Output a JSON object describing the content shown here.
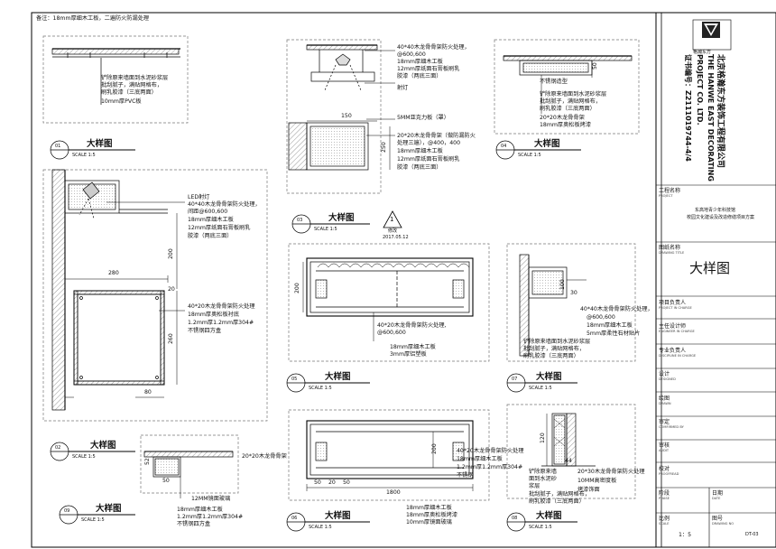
{
  "sheet": {
    "note": "备注：18mm厚细木工板，二遍防火防漏处理",
    "company": {
      "logo_text": "格瀚东方",
      "name_cn": "北京格瀚东方装饰工程有限公司",
      "name_en1": "THE HANWE EAST DECORATING",
      "name_en2": "PROJECT CO. LTD.",
      "cert": "证书编号：Z2111019744-4/4"
    },
    "title_block": {
      "project_name_label": "工程名称",
      "project_name_en": "PROJECT",
      "project_name_value_1": "东高地青少年科技馆",
      "project_name_value_2": "校园文化建设及改造修缮项目方案",
      "drawing_title_label": "图纸名称",
      "drawing_title_en": "DRAWING TITLE",
      "drawing_title_value": "大样图",
      "project_charge_label": "项目负责人",
      "project_charge_en": "PROJECT IN CHARGE",
      "engineer_label": "主任设计师",
      "engineer_en": "ENGINEER IN CHARGE",
      "discipline_label": "专业负责人",
      "discipline_en": "DISCIPLINE IN CHARGE",
      "designed_label": "设计",
      "designed_en": "DESIGNED",
      "drawn_label": "绘图",
      "drawn_en": "DRAWN",
      "comfirmed_label": "审定",
      "comfirmed_en": "COMFIRMED BY",
      "audit_label": "审核",
      "audit_en": "AUDIT",
      "proofread_label": "校对",
      "proofread_en": "PROOFREAD",
      "phase_label": "阶段",
      "phase_en": "PHASE",
      "date_label": "日期",
      "date_en": "DATE",
      "scale_label": "比例",
      "scale_en": "SCALE",
      "scale_value": "1：5",
      "drawing_no_label": "图号",
      "drawing_no_en": "DRAWING NO",
      "drawing_no_value": "DT-03"
    },
    "details": {
      "d01": {
        "num": "01",
        "title": "大样图",
        "scale": "SCALE 1:5",
        "notes": [
          "铲除原来墙面到水泥砂浆层",
          "批刮腻子，满贴网格布，",
          "刷乳胶漆（三底两面）",
          "10mm厚PVC板"
        ]
      },
      "d02": {
        "num": "02",
        "title": "大样图",
        "scale": "SCALE 1:5",
        "notes": [
          "LED射灯",
          "40*40木龙骨骨架防火处理，",
          "间距@600,600",
          "18mm厚细木工板",
          "12mm厚纸面石膏板刷乳",
          "胶漆（两底三面）",
          "40*20木龙骨骨架防火处理",
          "18mm厚奥松板衬底",
          "1.2mm厚1.2mm厚304#",
          "不锈钢四方盒"
        ],
        "dims": [
          "200",
          "280",
          "20",
          "260",
          "80"
        ]
      },
      "d03": {
        "num": "03",
        "title": "大样图",
        "scale": "SCALE 1:5",
        "notes": [
          "40*40木龙骨骨架防火处理，",
          "@600,600",
          "18mm厚细木工板",
          "12mm厚纸面石膏板刷乳",
          "胶漆（两底三面）",
          "射灯",
          "5MM亚克力板（罩）",
          "20*20木龙骨骨架（做防漏防火",
          "处理三遍），@400，400",
          "18mm厚细木工板",
          "12mm厚纸面石膏板刷乳",
          "胶漆（两底三面）"
        ],
        "dims": [
          "150",
          "250"
        ]
      },
      "d04": {
        "num": "04",
        "title": "大样图",
        "scale": "SCALE 1:5",
        "notes": [
          "不锈钢造型",
          "铲除原来墙面到水泥砂浆层",
          "批刮腻子，满贴网格布，",
          "刷乳胶漆（三底两面）",
          "20*20木龙骨骨架",
          "18mm厚奥松板烤漆"
        ],
        "dims": [
          "50"
        ]
      },
      "d05": {
        "num": "05",
        "title": "大样图",
        "scale": "SCALE 1:5",
        "notes": [
          "40*20木龙骨骨架防火处理,",
          "@600,600",
          "18mm厚细木工板",
          "3mm厚铝塑板"
        ],
        "dims": [
          "200"
        ]
      },
      "d06": {
        "num": "06",
        "title": "大样图",
        "scale": "SCALE 1:5",
        "notes": [
          "18mm厚细木工板",
          "18mm厚奥松板烤漆",
          "10mm厚镜面玻璃",
          "40*20木龙骨骨架防火处理",
          "18mm厚细木工板",
          "1.2mm厚1.2mm厚304#",
          "不锈钢"
        ],
        "dims": [
          "50",
          "20",
          "50",
          "1800",
          "200"
        ]
      },
      "d07": {
        "num": "07",
        "title": "大样图",
        "scale": "SCALE 1:5",
        "notes": [
          "40*40木龙骨骨架防火处理，",
          "@600,600",
          "18mm厚细木工板",
          "5mm厚柔性石材贴片",
          "铲除原来墙面到水泥砂浆层",
          "批刮腻子，满贴网格布，",
          "刷乳胶漆（三底两面）"
        ],
        "dims": [
          "100",
          "30"
        ]
      },
      "d08": {
        "num": "08",
        "title": "大样图",
        "scale": "SCALE 1:5",
        "notes": [
          "铲除原来墙",
          "面到水泥砂",
          "浆层",
          "批刮腻子，满贴网格布，",
          "刷乳胶漆（三底两面）",
          "20*30木龙骨骨架防火处理",
          "10MM高密度板",
          "烤漆饰面"
        ],
        "dims": [
          "120",
          "44"
        ]
      },
      "d09": {
        "num": "09",
        "title": "大样图",
        "scale": "SCALE 1:5",
        "notes": [
          "20*20木龙骨骨架",
          "12MM镜面玻璃",
          "18mm厚细木工板",
          "1.2mm厚1.2mm厚304#",
          "不锈钢四方盒"
        ],
        "dims": [
          "52",
          "50"
        ]
      },
      "rev": {
        "num": "1",
        "label": "修改",
        "date": "2017.05.12"
      }
    }
  }
}
